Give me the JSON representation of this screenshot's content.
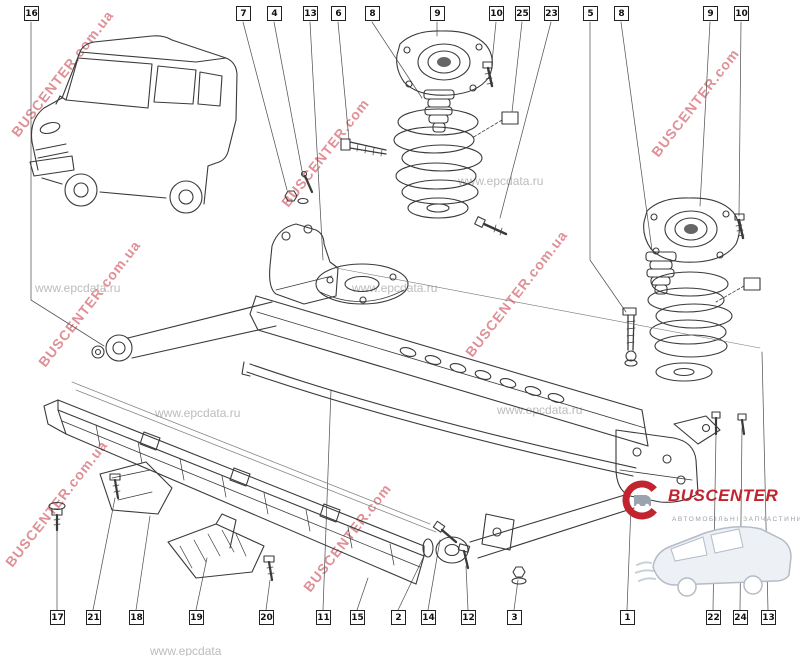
{
  "callouts": {
    "top": [
      "16",
      "7",
      "4",
      "13",
      "6",
      "8",
      "9",
      "10",
      "25",
      "23",
      "5",
      "8",
      "9",
      "10"
    ],
    "bottom": [
      "17",
      "21",
      "18",
      "19",
      "20",
      "11",
      "15",
      "2",
      "14",
      "12",
      "3",
      "1",
      "22",
      "24",
      "13"
    ]
  },
  "watermarks": {
    "buscenter_full": "BUSCENTER.com.ua",
    "buscenter_short": "BUSCENTER.com",
    "epcdata": "www.epcdata.ru",
    "epcdata_cut": "www.epcdata"
  },
  "logo": {
    "name": "BUSCENTER",
    "tagline": "АВТОМОБІЛЬНІ ЗАПЧАСТИНИ"
  },
  "colors": {
    "line": "#3a3a3a",
    "watermark_red": "#c1232f",
    "watermark_gray": "#bcbcbc",
    "logo_red": "#c1232f",
    "logo_gray": "#9aa4ae"
  }
}
